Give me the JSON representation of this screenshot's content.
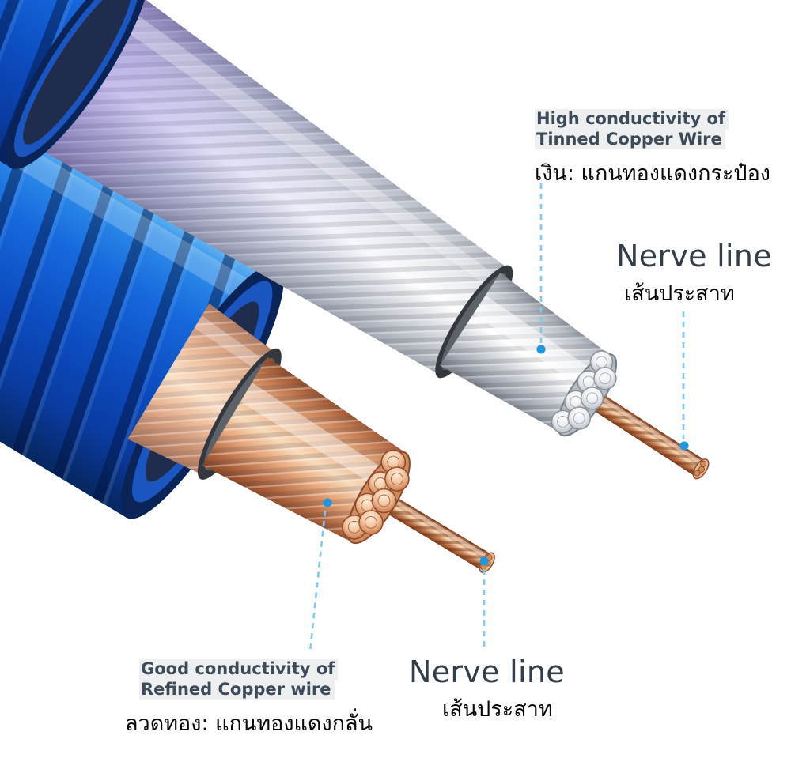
{
  "annotations": {
    "tinned": {
      "line1": "High conductivity of",
      "line2": "Tinned Copper Wire",
      "thai": "เงิน: แกนทองแดงกระป๋อง"
    },
    "nerve_right": {
      "title": "Nerve line",
      "thai": "เส้นประสาท"
    },
    "refined": {
      "line1": "Good conductivity of",
      "line2": "Refined Copper wire",
      "thai": "ลวดทอง: แกนทองแดงกลั่น"
    },
    "nerve_bottom": {
      "title": "Nerve line",
      "thai": "เส้นประสาท"
    }
  },
  "colors": {
    "background": "#ffffff",
    "jacket_blue": "#1565d8",
    "jacket_navy": "#0a2458",
    "tinned_silver": "#c6cad1",
    "copper": "#c97a52",
    "leader_dash": "#82c9f0",
    "leader_dot": "#1f97dd",
    "label_heading": "#3d4b59",
    "label_heading_bg": "#edeff0",
    "nerve_title": "#333e49",
    "thai_text": "#060606"
  }
}
